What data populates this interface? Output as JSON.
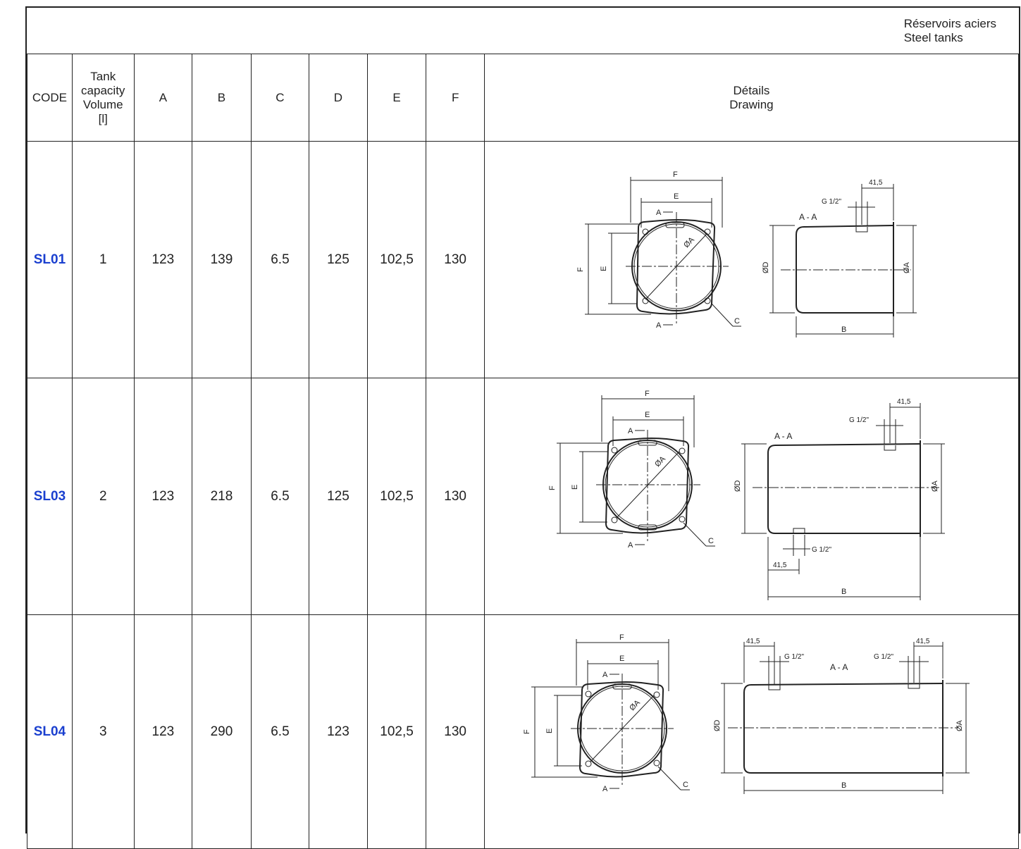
{
  "header": {
    "title_fr": "Réservoirs aciers",
    "title_en": "Steel tanks"
  },
  "table": {
    "columns": {
      "code": "CODE",
      "capacity": [
        "Tank",
        "capacity",
        "Volume",
        "[l]"
      ],
      "a": "A",
      "b": "B",
      "c": "C",
      "d": "D",
      "e": "E",
      "f": "F",
      "drawing": [
        "Détails",
        "Drawing"
      ]
    },
    "rows": [
      {
        "code": "SL01",
        "capacity": "1",
        "a": "123",
        "b": "139",
        "c": "6.5",
        "d": "125",
        "e": "102,5",
        "f": "130"
      },
      {
        "code": "SL03",
        "capacity": "2",
        "a": "123",
        "b": "218",
        "c": "6.5",
        "d": "125",
        "e": "102,5",
        "f": "130"
      },
      {
        "code": "SL04",
        "capacity": "3",
        "a": "123",
        "b": "290",
        "c": "6.5",
        "d": "123",
        "e": "102,5",
        "f": "130"
      }
    ]
  },
  "drawing_labels": {
    "f": "F",
    "e": "E",
    "section_mark": "A",
    "section": "A - A",
    "diam_a": "ØA",
    "diam_d": "ØD",
    "c": "C",
    "b": "B",
    "port": "G 1/2\"",
    "offset": "41,5"
  },
  "colors": {
    "code_text": "#1a3fcf",
    "lines": "#222222"
  }
}
